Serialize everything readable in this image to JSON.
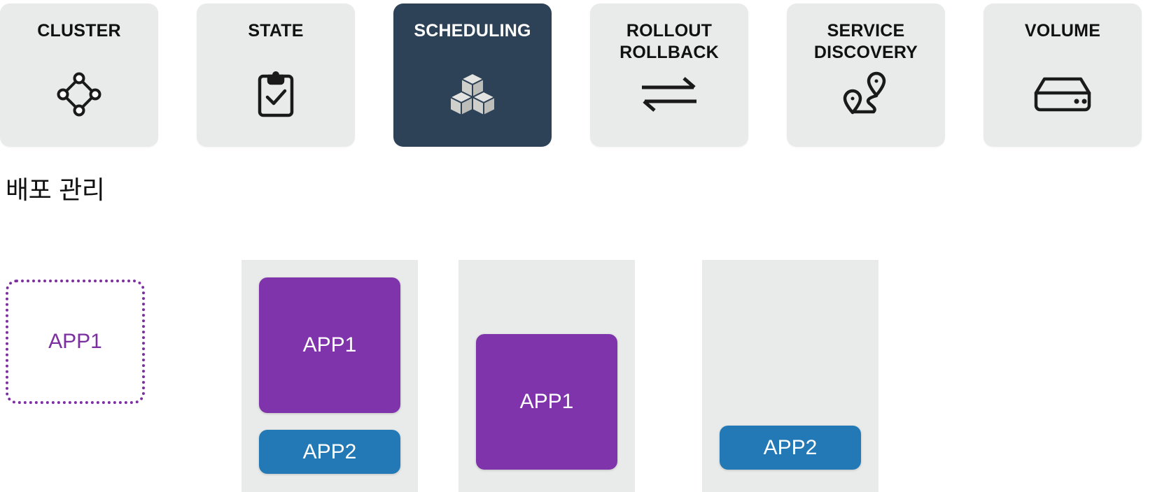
{
  "concept_cards": [
    {
      "id": "cluster",
      "label": "CLUSTER",
      "icon": "cluster-nodes-icon",
      "active": false
    },
    {
      "id": "state",
      "label": "STATE",
      "icon": "clipboard-check-icon",
      "active": false
    },
    {
      "id": "scheduling",
      "label": "SCHEDULING",
      "icon": "stacked-cubes-icon",
      "active": true
    },
    {
      "id": "rollout-rollback",
      "label": "ROLLOUT\nROLLBACK",
      "icon": "swap-arrows-icon",
      "active": false
    },
    {
      "id": "service-discovery",
      "label": "SERVICE\nDISCOVERY",
      "icon": "route-pins-icon",
      "active": false
    },
    {
      "id": "volume",
      "label": "VOLUME",
      "icon": "disk-drive-icon",
      "active": false
    }
  ],
  "section": {
    "heading": "배포 관리"
  },
  "diagram": {
    "pending": {
      "label": "APP1",
      "state": "unscheduled"
    },
    "nodes": [
      {
        "id": "node-1",
        "layout": "top",
        "pods": [
          {
            "label": "APP1",
            "app": "app1"
          },
          {
            "label": "APP2",
            "app": "app2"
          }
        ]
      },
      {
        "id": "node-2",
        "layout": "bottom",
        "pods": [
          {
            "label": "APP1",
            "app": "app1"
          }
        ]
      },
      {
        "id": "node-3",
        "layout": "bottom",
        "pods": [
          {
            "label": "APP2",
            "app": "app2"
          }
        ]
      }
    ]
  },
  "colors": {
    "card_bg": "#e9ebea",
    "card_active_bg": "#2e4257",
    "app1_purple": "#8034ac",
    "app2_blue": "#2279b5",
    "pending_outline": "#7b2fa0",
    "page_bg": "#ffffff",
    "text_dark": "#111111"
  }
}
